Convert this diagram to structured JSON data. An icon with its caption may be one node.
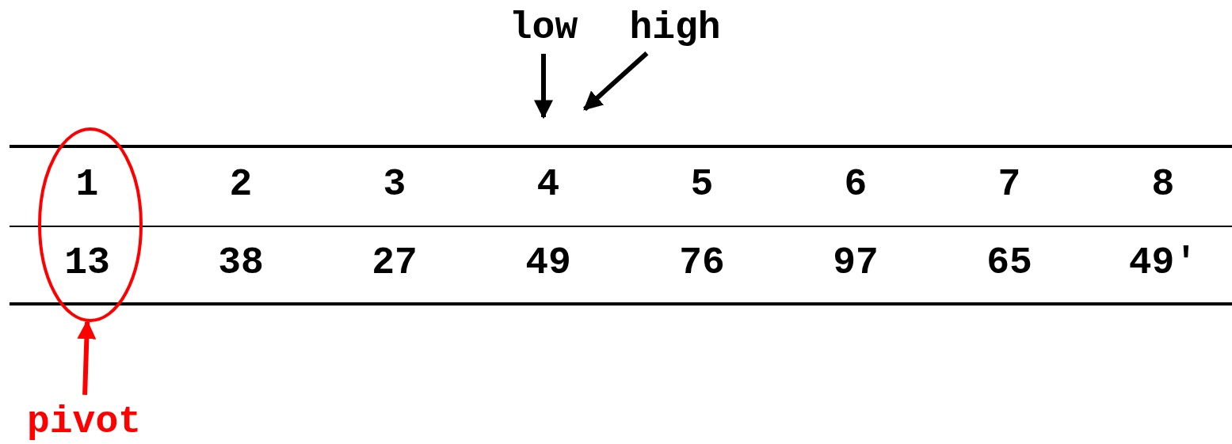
{
  "diagram": {
    "nodes": [
      {
        "text": [
          "low"
        ]
      },
      {
        "text": [
          "high"
        ]
      },
      {
        "text": [
          "pivot"
        ]
      },
      {
        "text": [],
        "shape": "ellipse"
      }
    ],
    "edges": [
      {
        "from": 0,
        "to": null,
        "arrow": "to"
      },
      {
        "from": 1,
        "to": null,
        "arrow": "to"
      },
      {
        "from": 2,
        "to": 3,
        "arrow": "to",
        "color": "#ff0000"
      }
    ],
    "labels": [
      "1",
      "2",
      "3",
      "4",
      "5",
      "6",
      "7",
      "8",
      "13",
      "38",
      "27",
      "49",
      "76",
      "97",
      "65",
      "49′"
    ]
  }
}
